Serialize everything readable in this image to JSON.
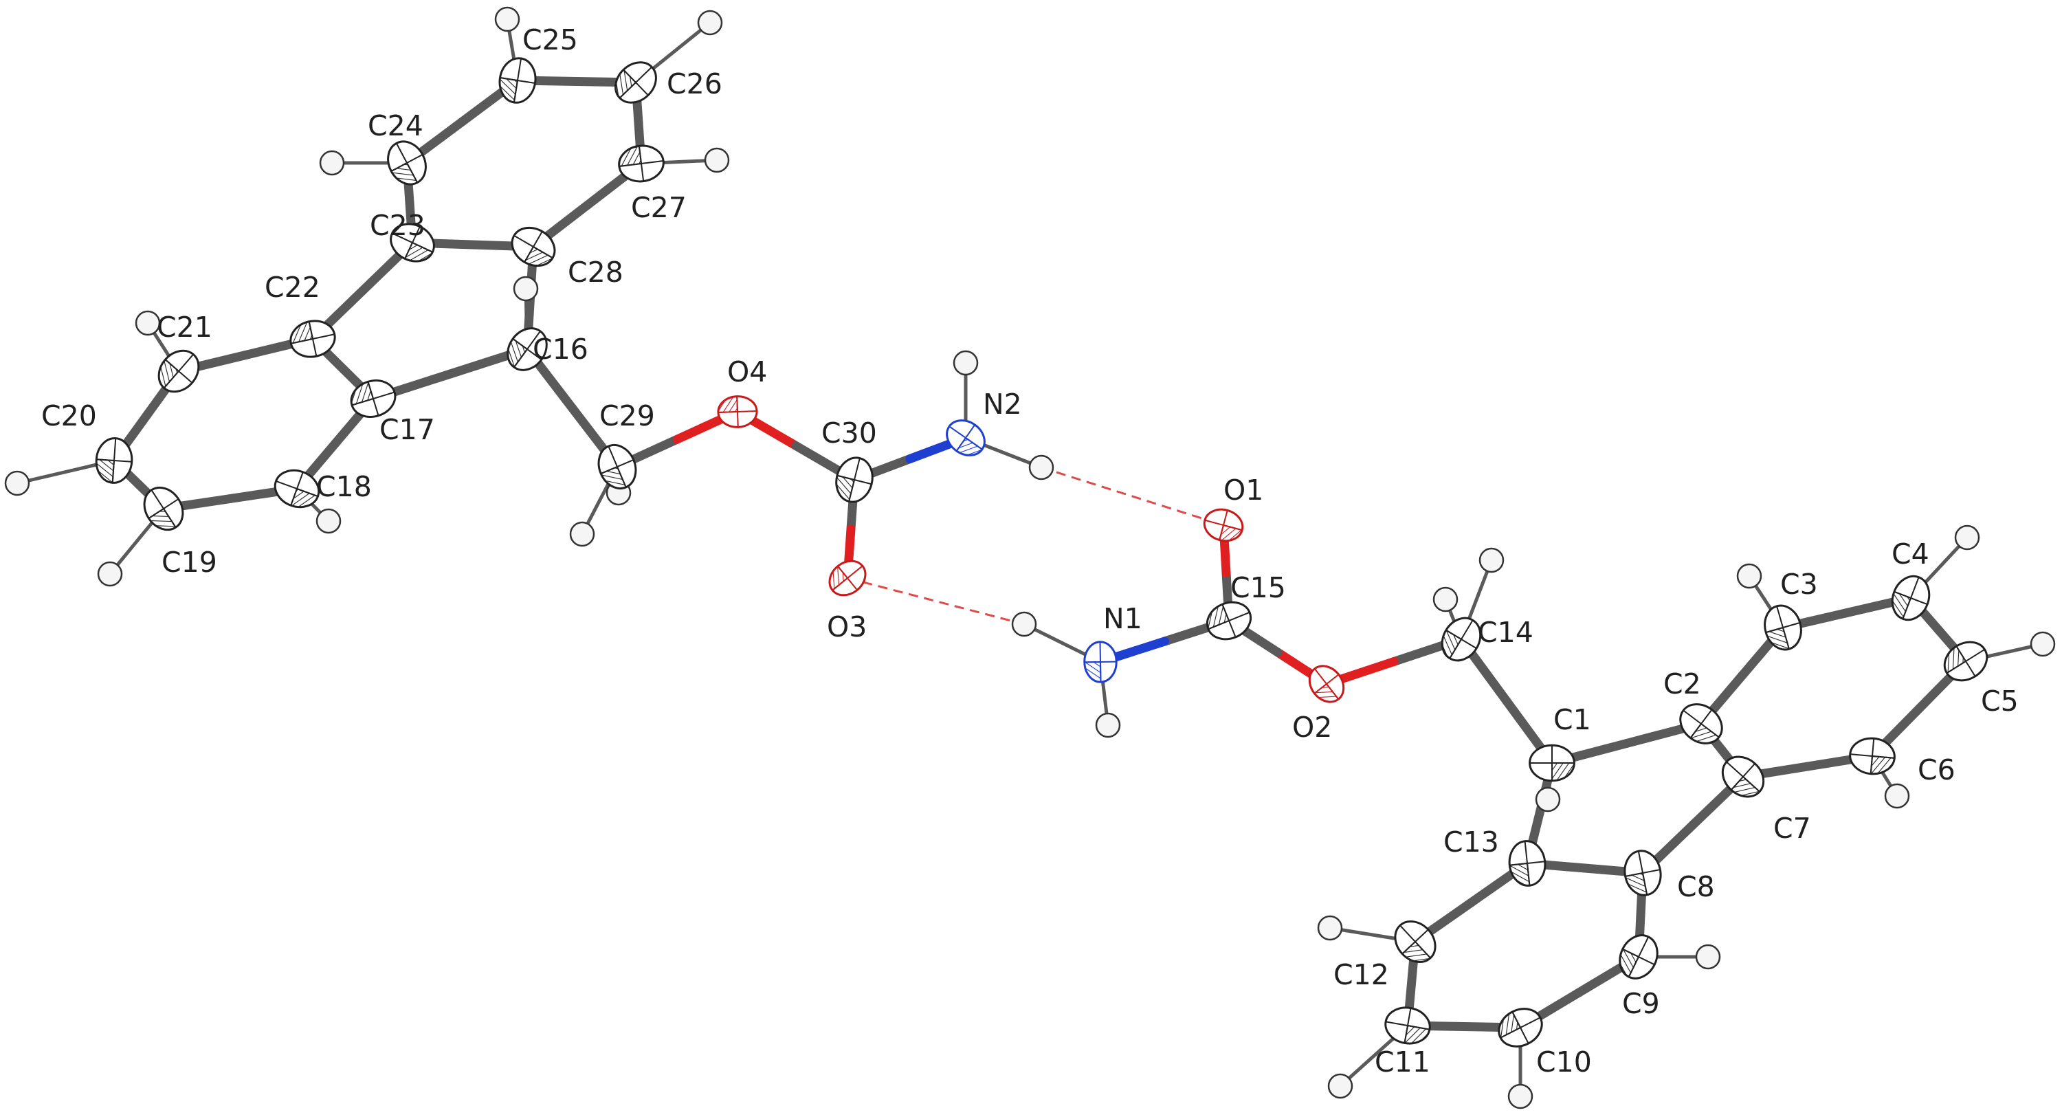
{
  "figure": {
    "colors": {
      "carbon": "#5a5a5a",
      "oxygen": "#e02020",
      "nitrogen": "#1f3fd0",
      "hydrogen": "#f5f5f5",
      "hydrogen_bond": "#e04a4a",
      "label": "#202020"
    },
    "atoms": [
      {
        "id": "C1",
        "label": "C1",
        "el": "C"
      },
      {
        "id": "C2",
        "label": "C2",
        "el": "C"
      },
      {
        "id": "C3",
        "label": "C3",
        "el": "C"
      },
      {
        "id": "C4",
        "label": "C4",
        "el": "C"
      },
      {
        "id": "C5",
        "label": "C5",
        "el": "C"
      },
      {
        "id": "C6",
        "label": "C6",
        "el": "C"
      },
      {
        "id": "C7",
        "label": "C7",
        "el": "C"
      },
      {
        "id": "C8",
        "label": "C8",
        "el": "C"
      },
      {
        "id": "C9",
        "label": "C9",
        "el": "C"
      },
      {
        "id": "C10",
        "label": "C10",
        "el": "C"
      },
      {
        "id": "C11",
        "label": "C11",
        "el": "C"
      },
      {
        "id": "C12",
        "label": "C12",
        "el": "C"
      },
      {
        "id": "C13",
        "label": "C13",
        "el": "C"
      },
      {
        "id": "C14",
        "label": "C14",
        "el": "C"
      },
      {
        "id": "C15",
        "label": "C15",
        "el": "C"
      },
      {
        "id": "O1",
        "label": "O1",
        "el": "O"
      },
      {
        "id": "O2",
        "label": "O2",
        "el": "O"
      },
      {
        "id": "N1",
        "label": "N1",
        "el": "N"
      },
      {
        "id": "C16",
        "label": "C16",
        "el": "C"
      },
      {
        "id": "C17",
        "label": "C17",
        "el": "C"
      },
      {
        "id": "C18",
        "label": "C18",
        "el": "C"
      },
      {
        "id": "C19",
        "label": "C19",
        "el": "C"
      },
      {
        "id": "C20",
        "label": "C20",
        "el": "C"
      },
      {
        "id": "C21",
        "label": "C21",
        "el": "C"
      },
      {
        "id": "C22",
        "label": "C22",
        "el": "C"
      },
      {
        "id": "C23",
        "label": "C23",
        "el": "C"
      },
      {
        "id": "C24",
        "label": "C24",
        "el": "C"
      },
      {
        "id": "C25",
        "label": "C25",
        "el": "C"
      },
      {
        "id": "C26",
        "label": "C26",
        "el": "C"
      },
      {
        "id": "C27",
        "label": "C27",
        "el": "C"
      },
      {
        "id": "C28",
        "label": "C28",
        "el": "C"
      },
      {
        "id": "C29",
        "label": "C29",
        "el": "C"
      },
      {
        "id": "C30",
        "label": "C30",
        "el": "C"
      },
      {
        "id": "O3",
        "label": "O3",
        "el": "O"
      },
      {
        "id": "O4",
        "label": "O4",
        "el": "O"
      },
      {
        "id": "N2",
        "label": "N2",
        "el": "N"
      }
    ],
    "bonds": [
      [
        "C1",
        "C2"
      ],
      [
        "C2",
        "C3"
      ],
      [
        "C3",
        "C4"
      ],
      [
        "C4",
        "C5"
      ],
      [
        "C5",
        "C6"
      ],
      [
        "C6",
        "C7"
      ],
      [
        "C7",
        "C2"
      ],
      [
        "C7",
        "C8"
      ],
      [
        "C8",
        "C9"
      ],
      [
        "C9",
        "C10"
      ],
      [
        "C10",
        "C11"
      ],
      [
        "C11",
        "C12"
      ],
      [
        "C12",
        "C13"
      ],
      [
        "C13",
        "C8"
      ],
      [
        "C13",
        "C1"
      ],
      [
        "C1",
        "C14"
      ],
      [
        "C14",
        "O2"
      ],
      [
        "O2",
        "C15"
      ],
      [
        "C15",
        "O1"
      ],
      [
        "C15",
        "N1"
      ],
      [
        "C16",
        "C17"
      ],
      [
        "C17",
        "C18"
      ],
      [
        "C18",
        "C19"
      ],
      [
        "C19",
        "C20"
      ],
      [
        "C20",
        "C21"
      ],
      [
        "C21",
        "C22"
      ],
      [
        "C22",
        "C17"
      ],
      [
        "C22",
        "C23"
      ],
      [
        "C23",
        "C24"
      ],
      [
        "C24",
        "C25"
      ],
      [
        "C25",
        "C26"
      ],
      [
        "C26",
        "C27"
      ],
      [
        "C27",
        "C28"
      ],
      [
        "C28",
        "C23"
      ],
      [
        "C28",
        "C16"
      ],
      [
        "C16",
        "C29"
      ],
      [
        "C29",
        "O4"
      ],
      [
        "O4",
        "C30"
      ],
      [
        "C30",
        "O3"
      ],
      [
        "C30",
        "N2"
      ]
    ],
    "hydrogen_bonds": [
      [
        "H_N2b",
        "O1"
      ],
      [
        "O3",
        "H_N1a"
      ]
    ]
  }
}
